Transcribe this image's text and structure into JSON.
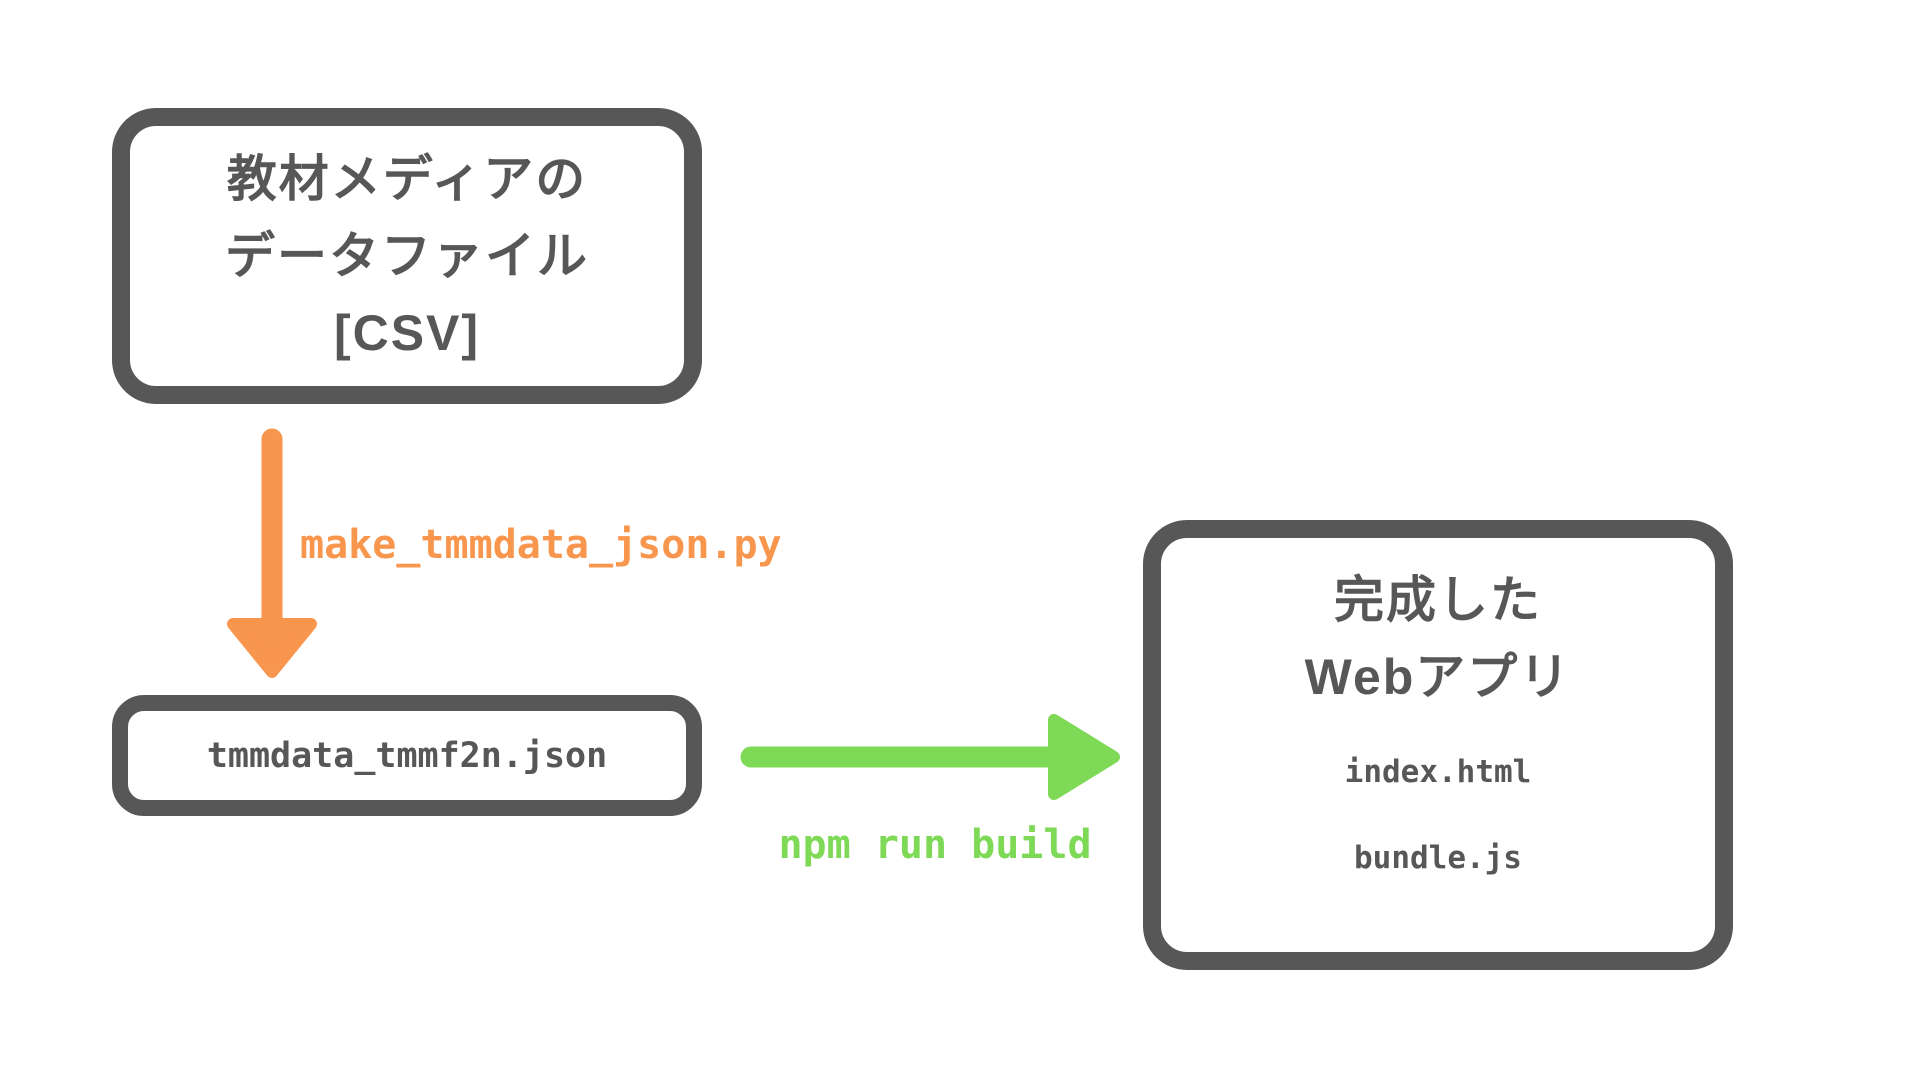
{
  "colors": {
    "gray": "#575757",
    "orange": "#F9964D",
    "green": "#7ED957",
    "background": "#FFFFFF"
  },
  "diagram": {
    "source_box": {
      "lines": [
        "教材メディアの",
        "データファイル",
        "[CSV]"
      ]
    },
    "transform_step": {
      "label": "make_tmmdata_json.py"
    },
    "json_box": {
      "label": "tmmdata_tmmf2n.json"
    },
    "build_step": {
      "label": "npm run build"
    },
    "output_box": {
      "title_lines": [
        "完成した",
        "Webアプリ"
      ],
      "files": [
        "index.html",
        "bundle.js"
      ]
    }
  }
}
